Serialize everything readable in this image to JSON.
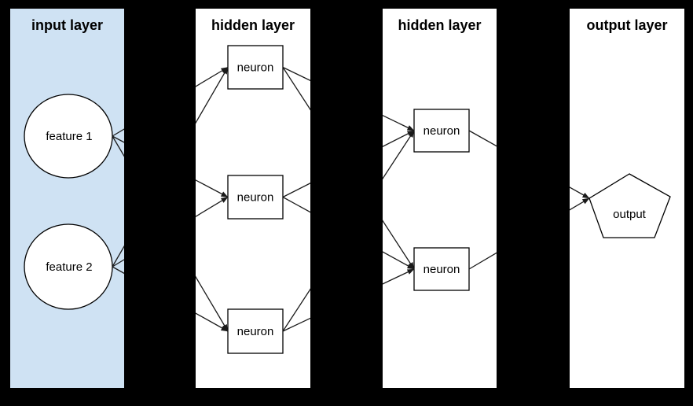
{
  "canvas": {
    "background_color": "#000000",
    "connector_color": "#1a1a1a",
    "node_fill": "#ffffff",
    "node_stroke": "#000000"
  },
  "layers": [
    {
      "title": "input layer",
      "fill": "#cfe2f3",
      "nodes": [
        {
          "shape": "ellipse",
          "label": "feature 1"
        },
        {
          "shape": "ellipse",
          "label": "feature 2"
        }
      ]
    },
    {
      "title": "hidden layer",
      "fill": "#ffffff",
      "nodes": [
        {
          "shape": "rect",
          "label": "neuron"
        },
        {
          "shape": "rect",
          "label": "neuron"
        },
        {
          "shape": "rect",
          "label": "neuron"
        }
      ]
    },
    {
      "title": "hidden layer",
      "fill": "#ffffff",
      "nodes": [
        {
          "shape": "rect",
          "label": "neuron"
        },
        {
          "shape": "rect",
          "label": "neuron"
        }
      ]
    },
    {
      "title": "output layer",
      "fill": "#ffffff",
      "nodes": [
        {
          "shape": "pentagon",
          "label": "output"
        }
      ]
    }
  ],
  "connections": [
    {
      "from": "feature 1",
      "to": "hidden1 neuron 1"
    },
    {
      "from": "feature 1",
      "to": "hidden1 neuron 2"
    },
    {
      "from": "feature 1",
      "to": "hidden1 neuron 3"
    },
    {
      "from": "feature 2",
      "to": "hidden1 neuron 1"
    },
    {
      "from": "feature 2",
      "to": "hidden1 neuron 2"
    },
    {
      "from": "feature 2",
      "to": "hidden1 neuron 3"
    },
    {
      "from": "hidden1 neuron 1",
      "to": "hidden2 neuron 1"
    },
    {
      "from": "hidden1 neuron 1",
      "to": "hidden2 neuron 2"
    },
    {
      "from": "hidden1 neuron 2",
      "to": "hidden2 neuron 1"
    },
    {
      "from": "hidden1 neuron 2",
      "to": "hidden2 neuron 2"
    },
    {
      "from": "hidden1 neuron 3",
      "to": "hidden2 neuron 1"
    },
    {
      "from": "hidden1 neuron 3",
      "to": "hidden2 neuron 2"
    },
    {
      "from": "hidden2 neuron 1",
      "to": "output"
    },
    {
      "from": "hidden2 neuron 2",
      "to": "output"
    }
  ]
}
